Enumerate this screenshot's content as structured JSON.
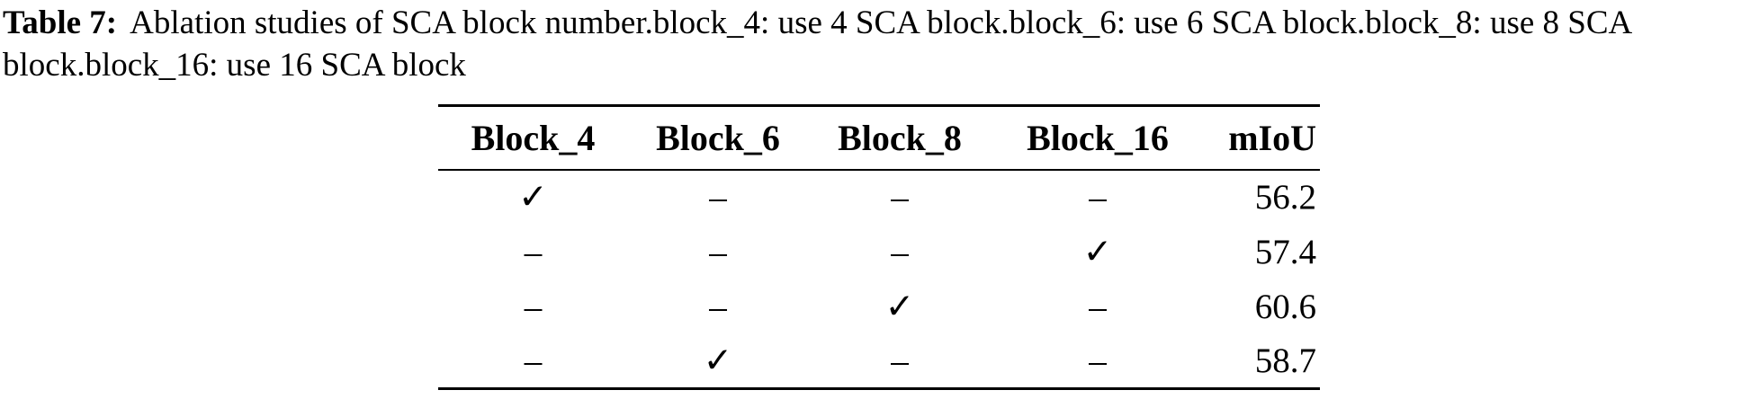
{
  "caption": {
    "label": "Table 7:",
    "text": "Ablation studies of SCA block number.block_4: use 4 SCA block.block_6: use 6 SCA block.block_8: use 8 SCA block.block_16: use 16 SCA block"
  },
  "table": {
    "columns": [
      "Block_4",
      "Block_6",
      "Block_8",
      "Block_16",
      "mIoU"
    ],
    "rows": [
      [
        "✓",
        "–",
        "–",
        "–",
        "56.2"
      ],
      [
        "–",
        "–",
        "–",
        "✓",
        "57.4"
      ],
      [
        "–",
        "–",
        "✓",
        "–",
        "60.6"
      ],
      [
        "–",
        "✓",
        "–",
        "–",
        "58.7"
      ]
    ]
  },
  "icons": {
    "checkmark": "✓",
    "dash": "–"
  },
  "colors": {
    "text": "#000000",
    "background": "#ffffff",
    "rule": "#000000"
  }
}
